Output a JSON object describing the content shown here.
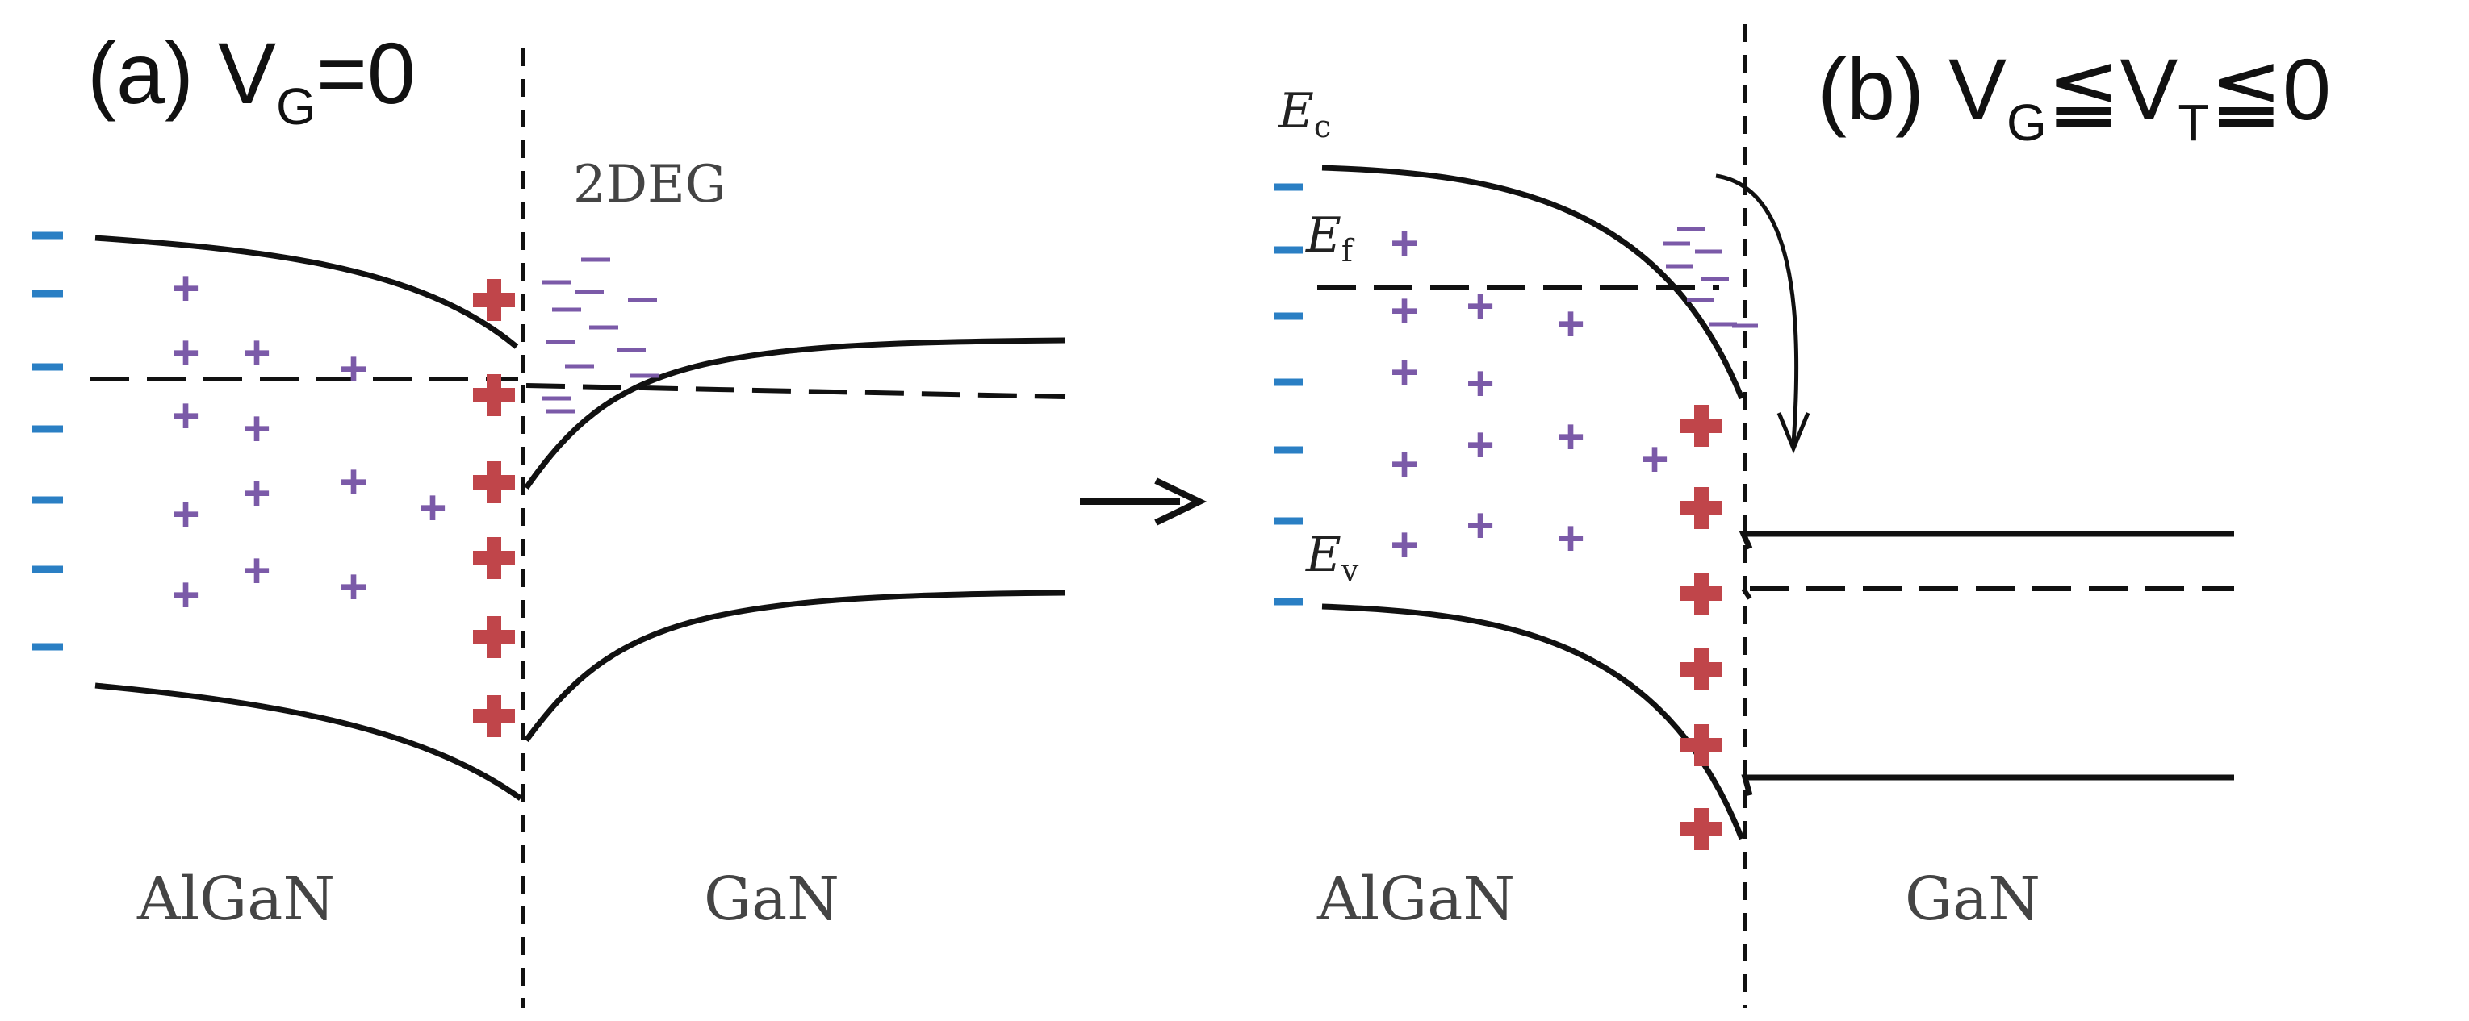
{
  "panel_a": {
    "title_prefix": "(a) V",
    "title_sub": "G",
    "title_suffix": "=0",
    "label_2deg": "2DEG",
    "label_left": "AlGaN",
    "label_right": "GaN"
  },
  "panel_b": {
    "title_prefix": "(b) V",
    "title_sub1": "G",
    "title_mid": "≦V",
    "title_sub2": "T",
    "title_suffix": "≦0",
    "label_ec": "E",
    "label_ec_sub": "c",
    "label_ef": "E",
    "label_ef_sub": "f",
    "label_ev": "E",
    "label_ev_sub": "v",
    "label_left": "AlGaN",
    "label_right": "GaN"
  },
  "colors": {
    "line": "#111111",
    "negative_charge": "#2a7fc4",
    "donor_plus": "#7b5aa8",
    "polarization_plus": "#c0454a",
    "electron_dash": "#7b5aa8"
  }
}
